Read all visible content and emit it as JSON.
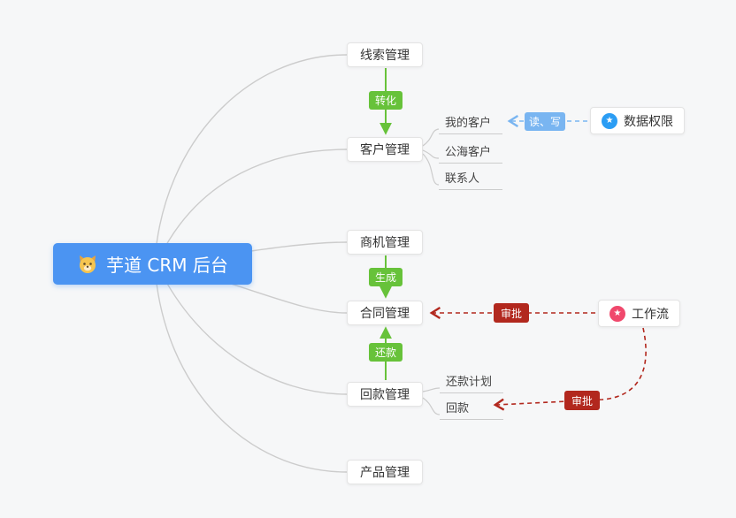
{
  "root": {
    "label": "芋道 CRM 后台"
  },
  "main_nodes": {
    "leads": {
      "label": "线索管理"
    },
    "customers": {
      "label": "客户管理"
    },
    "opportunities": {
      "label": "商机管理"
    },
    "contracts": {
      "label": "合同管理"
    },
    "receivables": {
      "label": "回款管理"
    },
    "products": {
      "label": "产品管理"
    }
  },
  "sub_nodes": {
    "my_customers": {
      "label": "我的客户"
    },
    "public_customers": {
      "label": "公海客户"
    },
    "contacts": {
      "label": "联系人"
    },
    "repayment_plan": {
      "label": "还款计划"
    },
    "repayment": {
      "label": "回款"
    }
  },
  "edge_labels": {
    "convert": {
      "label": "转化"
    },
    "generate": {
      "label": "生成"
    },
    "repay": {
      "label": "还款"
    },
    "read_write": {
      "label": "读、写"
    },
    "approve_contract": {
      "label": "审批"
    },
    "approve_repayment": {
      "label": "审批"
    }
  },
  "side_nodes": {
    "data_permission": {
      "label": "数据权限"
    },
    "workflow": {
      "label": "工作流"
    }
  },
  "icons": {
    "star_glyph": "★"
  },
  "colors": {
    "canvas_bg": "#f6f7f8",
    "root_bg": "#4b94f2",
    "action_green": "#67c23a",
    "permission_blue": "#79b5f1",
    "approval_red": "#b2281e",
    "branch_gray": "#cccccc",
    "data_permission_icon_bg": "#2b9df4",
    "workflow_icon_bg": "#f0486c"
  }
}
